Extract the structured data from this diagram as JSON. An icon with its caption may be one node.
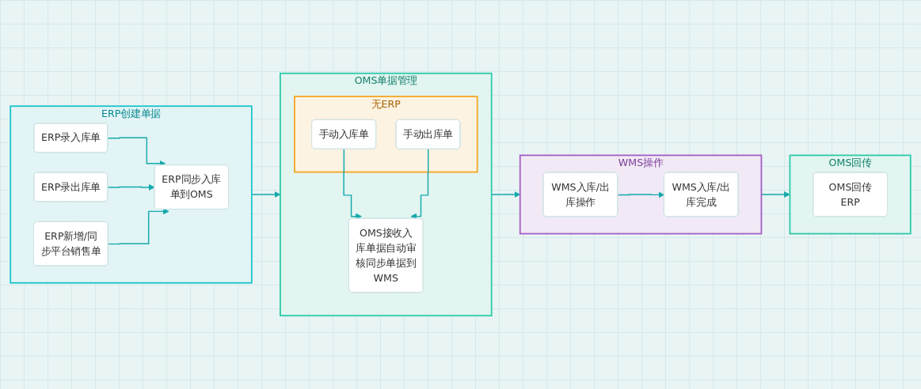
{
  "diagram": {
    "nodes": [
      {
        "text": [
          "ERP创建单据"
        ]
      },
      {
        "text": [
          "ERP录入库单"
        ],
        "in": 0
      },
      {
        "text": [
          "ERP录出库单"
        ],
        "in": 0
      },
      {
        "text": [
          "ERP同步入库单到OMS"
        ],
        "in": 0
      },
      {
        "text": [
          "ERP新增/同步平台销售单"
        ],
        "in": 0
      },
      {
        "text": [
          "OMS单据管理"
        ]
      },
      {
        "text": [
          "无ERP"
        ],
        "in": 5
      },
      {
        "text": [
          "手动入库单"
        ],
        "in": 6
      },
      {
        "text": [
          "手动出库单"
        ],
        "in": 6
      },
      {
        "text": [
          "OMS接收入库单据自动审核同步单据到WMS"
        ],
        "in": 5
      },
      {
        "text": [
          "WMS操作"
        ]
      },
      {
        "text": [
          "WMS入库/出库操作"
        ],
        "in": 10
      },
      {
        "text": [
          "WMS入库/出库完成"
        ],
        "in": 10
      },
      {
        "text": [
          "OMS回传"
        ]
      },
      {
        "text": [
          "OMS回传ERP"
        ],
        "in": 13
      }
    ],
    "edges": [
      {
        "from": 1,
        "to": 3,
        "arrow": "to"
      },
      {
        "from": 2,
        "to": 3,
        "arrow": "to"
      },
      {
        "from": 4,
        "to": 3,
        "arrow": "to"
      },
      {
        "from": 0,
        "to": 5,
        "arrow": "to"
      },
      {
        "from": 7,
        "to": 9,
        "arrow": "to"
      },
      {
        "from": 8,
        "to": 9,
        "arrow": "to"
      },
      {
        "from": 5,
        "to": 10,
        "arrow": "to"
      },
      {
        "from": 11,
        "to": 12,
        "arrow": "to"
      },
      {
        "from": 10,
        "to": 13,
        "arrow": "to"
      }
    ]
  }
}
